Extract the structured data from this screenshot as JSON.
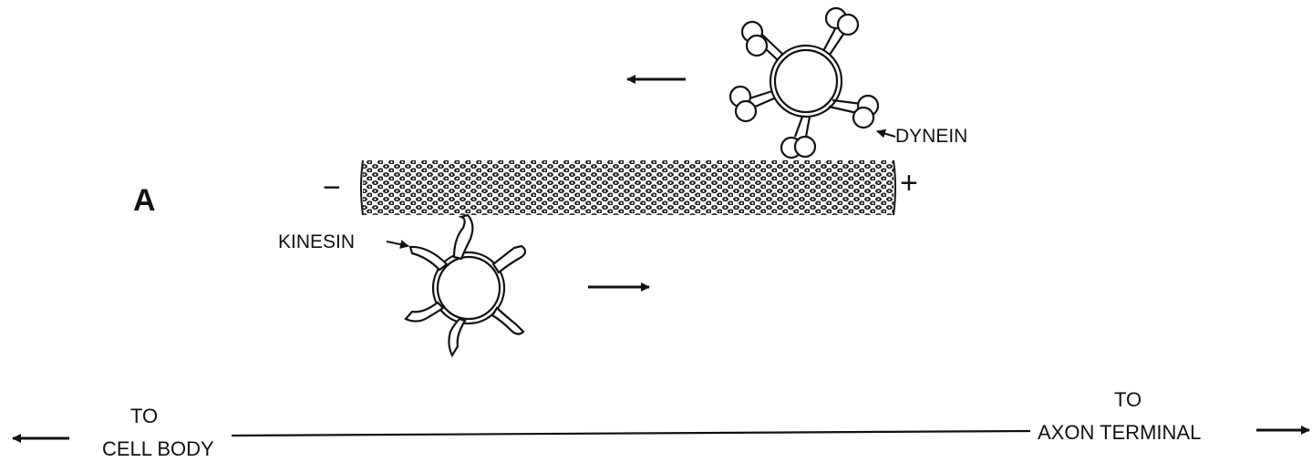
{
  "panel_label": "A",
  "microtubule": {
    "minus_label": "−",
    "plus_label": "+"
  },
  "motors": {
    "dynein_label": "DYNEIN",
    "kinesin_label": "KINESIN"
  },
  "axis": {
    "left_line1": "TO",
    "left_line2": "CELL BODY",
    "right_line1": "TO",
    "right_line2": "AXON TERMINAL"
  },
  "colors": {
    "ink": "#111111",
    "background": "#ffffff"
  }
}
